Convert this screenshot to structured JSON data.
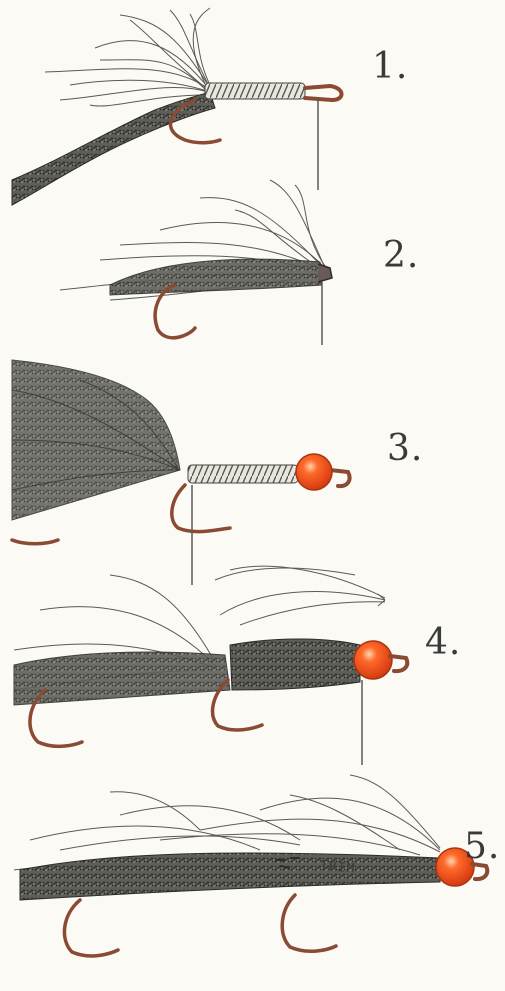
{
  "steps": [
    {
      "number": "1."
    },
    {
      "number": "2."
    },
    {
      "number": "3."
    },
    {
      "number": "4."
    },
    {
      "number": "5."
    }
  ],
  "annotation": {
    "trim": "TRIM"
  },
  "colors": {
    "background": "#fbfaf5",
    "ink": "#3a3a3a",
    "hook": "#8a4a33",
    "bead": "#f0461c",
    "thread": "#5a5a5a"
  }
}
